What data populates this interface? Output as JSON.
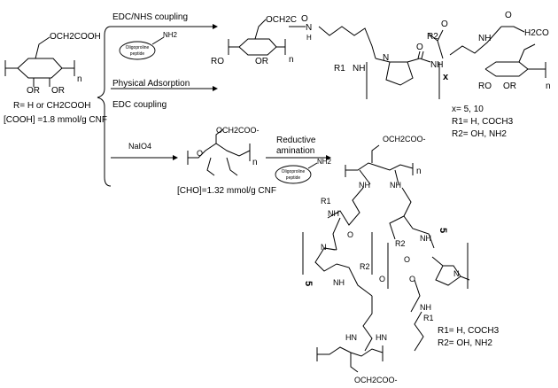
{
  "labels": {
    "start_substituent": "OCH2COOH",
    "start_or1": "OR",
    "start_or2": "OR",
    "start_n": "n",
    "r_definition": "R= H or CH2COOH",
    "cooh_content": "[COOH] =1.8 mmol/g CNF",
    "edc_nhs": "EDC/NHS coupling",
    "physical_adsorption": "Physical Adsorption",
    "edc_coupling": "EDC coupling",
    "naio4": "NaIO4",
    "reductive": "Reductive",
    "amination": "amination",
    "cho_content": "[CHO]=1.32 mmol/g CNF",
    "peptide_line1": "Oligoproline",
    "peptide_line2": "peptide",
    "nh2": "NH2",
    "top_och2c": "OCH2C",
    "top_o1": "O",
    "top_n": "N",
    "top_h": "H",
    "top_ro1": "RO",
    "top_or1": "OR",
    "top_n1": "n",
    "top_r1nh": "R1",
    "top_nh_a": "NH",
    "top_n_pro": "N",
    "top_o_pro": "O",
    "top_r2": "R2",
    "top_o2": "O",
    "top_nh2": "NH",
    "top_nh3": "NH",
    "top_o3": "O",
    "top_h2co": "H2CO",
    "top_x": "x",
    "top_ro2": "RO",
    "top_or2": "OR",
    "top_n2": "n",
    "legend1_x": "x= 5, 10",
    "legend1_r1": "R1= H, COCH3",
    "legend1_r2": "R2= OH, NH2",
    "dial_coo": "OCH2COO-",
    "dial_o": "O",
    "dial_n": "n",
    "bot_coo_top": "OCH2COO-",
    "bot_n": "n",
    "bot_nh_l": "NH",
    "bot_nh_r": "NH",
    "bot_r1_top": "R1",
    "bot_nh_top": "NH",
    "bot_n_pro1": "N",
    "bot_o_pro1": "O",
    "bot_5a": "5",
    "bot_r2_mid": "R2",
    "bot_o_mid": "O",
    "bot_nh_mid": "NH",
    "bot_r2_right": "R2",
    "bot_nh_right": "NH",
    "bot_5b": "5",
    "bot_o_right": "O",
    "bot_n_pro2": "N",
    "bot_o_pro2": "O",
    "bot_nh_low": "NH",
    "bot_r1_low": "R1",
    "bot_hn_l": "HN",
    "bot_hn_r": "HN",
    "bot_coo_bottom": "OCH2COO-",
    "legend2_r1": "R1= H, COCH3",
    "legend2_r2": "R2= OH, NH2"
  }
}
